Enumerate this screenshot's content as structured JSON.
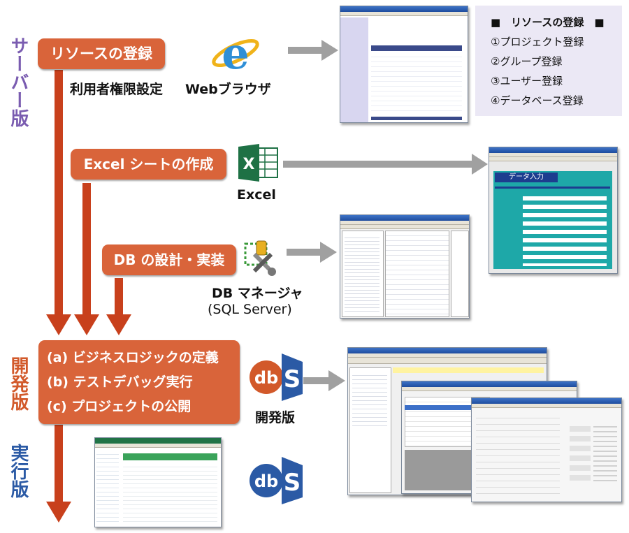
{
  "labels": {
    "server": "サーバー版",
    "dev": "開発版",
    "runtime": "実行版"
  },
  "steps": {
    "resource": "リソースの登録",
    "excel_sheet": "Excel シートの作成",
    "db_design": "DB の設計・実装",
    "dev_items": [
      "(a) ビジネスロジックの定義",
      "(b) テストデバッグ実行",
      "(c) プロジェクトの公開"
    ]
  },
  "captions": {
    "permission": "利用者権限設定",
    "browser": "Webブラウザ",
    "excel": "Excel",
    "db_manager_line1": "DB マネージャ",
    "db_manager_line2": "(SQL Server)",
    "dev_version": "開発版"
  },
  "resource_list": {
    "title": "■　リソースの登録　■",
    "items": [
      "①プロジェクト登録",
      "②グループ登録",
      "③ユーザー登録",
      "④データベース登録"
    ]
  },
  "excel_form_title": "データ入力",
  "colors": {
    "accent_orange": "#d9643a",
    "arrow_red": "#c8401c",
    "server_purple": "#7a5cb0",
    "dev_orange": "#d2592a",
    "runtime_blue": "#2b5aa5",
    "panel_lavender": "#ebe8f5",
    "gray_arrow": "#a0a0a0"
  },
  "icons": [
    "ie-browser-icon",
    "excel-icon",
    "db-manager-icon",
    "dbs-dev-logo",
    "dbs-runtime-logo"
  ]
}
